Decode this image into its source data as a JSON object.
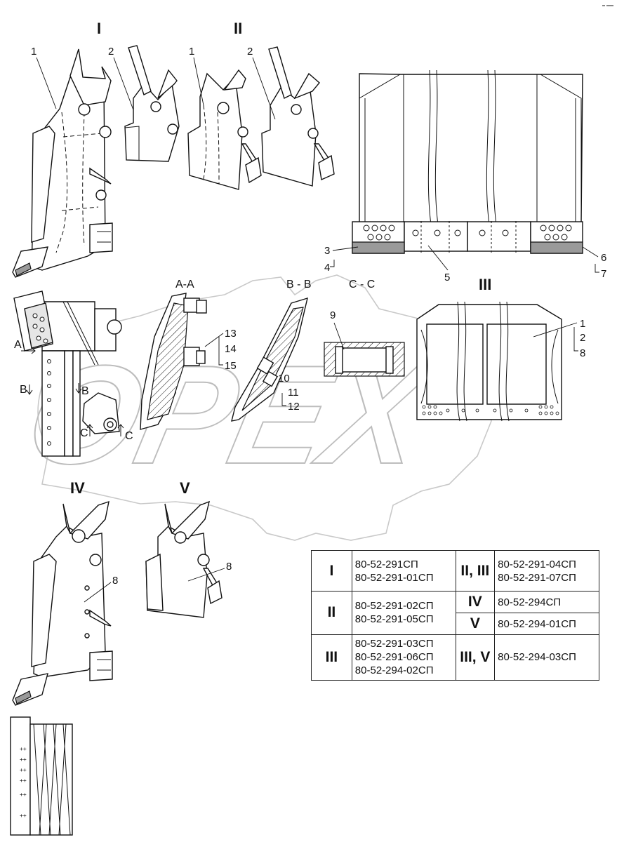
{
  "views": {
    "I": "I",
    "II": "II",
    "III": "III",
    "IV": "IV",
    "V": "V"
  },
  "sections": {
    "aa": "A-A",
    "bb": "B - B",
    "cc": "C - C",
    "a": "A",
    "b_left": "B",
    "b_right": "B",
    "c_left": "C",
    "c_right": "C"
  },
  "callouts": {
    "viewI_1": "1",
    "viewI_2": "2",
    "viewII_1": "1",
    "viewII_2": "2",
    "viewIII_3": "3",
    "viewIII_4": "4",
    "viewIII_5": "5",
    "viewIII_6": "6",
    "viewIII_7": "7",
    "aa_13": "13",
    "aa_14": "14",
    "aa_15": "15",
    "bb_10": "10",
    "bb_11": "11",
    "bb_12": "12",
    "cc_9": "9",
    "rear_1": "1",
    "rear_2": "2",
    "rear_8": "8",
    "viewIV_8": "8",
    "viewV_8": "8"
  },
  "table": {
    "rows": [
      {
        "view": "I",
        "codes": [
          "80-52-291СП",
          "80-52-291-01СП"
        ],
        "view2": "II, III",
        "codes2": [
          "80-52-291-04СП",
          "80-52-291-07СП"
        ]
      },
      {
        "view": "II",
        "codes": [
          "80-52-291-02СП",
          "80-52-291-05СП"
        ],
        "view2a": "IV",
        "codes2a": [
          "80-52-294СП"
        ],
        "view2b": "V",
        "codes2b": [
          "80-52-294-01СП"
        ]
      },
      {
        "view": "III",
        "codes": [
          "80-52-291-03СП",
          "80-52-291-06СП",
          "80-52-294-02СП"
        ],
        "view2": "III, V",
        "codes2": [
          "80-52-294-03СП"
        ]
      }
    ]
  },
  "watermark": {
    "text": "OPEX"
  }
}
